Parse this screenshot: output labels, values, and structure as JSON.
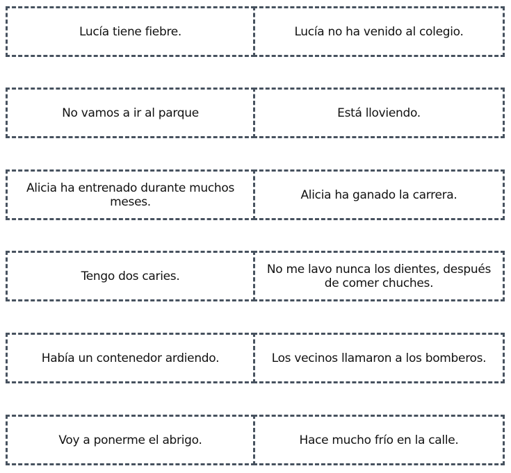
{
  "cards": [
    {
      "left": "Lucía tiene fiebre.",
      "right": "Lucía  no ha venido al colegio."
    },
    {
      "left": "No vamos a ir al parque",
      "right": "Está lloviendo."
    },
    {
      "left": "Alicia ha entrenado durante muchos meses.",
      "right": "Alicia ha ganado la carrera."
    },
    {
      "left": "Tengo dos caries.",
      "right": "No me lavo nunca los dientes, después de comer chuches."
    },
    {
      "left": "Había un contenedor ardiendo.",
      "right": "Los vecinos llamaron a los bomberos."
    },
    {
      "left": "Voy a ponerme el abrigo.",
      "right": "Hace mucho frío en la calle."
    }
  ]
}
